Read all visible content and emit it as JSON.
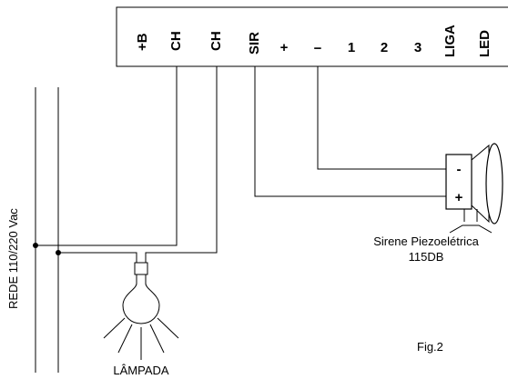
{
  "terminal_block": {
    "terminals": [
      {
        "label": "+B",
        "vertical": true
      },
      {
        "label": "CH",
        "vertical": true
      },
      {
        "label": "CH",
        "vertical": true
      },
      {
        "label": "SIR",
        "vertical": true
      },
      {
        "label": "+",
        "vertical": false
      },
      {
        "label": "−",
        "vertical": false
      },
      {
        "label": "1",
        "vertical": false
      },
      {
        "label": "2",
        "vertical": false
      },
      {
        "label": "3",
        "vertical": false
      },
      {
        "label": "LIGA",
        "vertical": true
      },
      {
        "label": "LED",
        "vertical": true
      }
    ]
  },
  "mains": {
    "label": "REDE 110/220 Vac"
  },
  "lamp": {
    "label": "LÂMPADA"
  },
  "siren": {
    "label_line1": "Sirene Piezoelétrica",
    "label_line2": "115DB",
    "terminal_minus": "-",
    "terminal_plus": "+"
  },
  "figure": {
    "label": "Fig.2"
  }
}
